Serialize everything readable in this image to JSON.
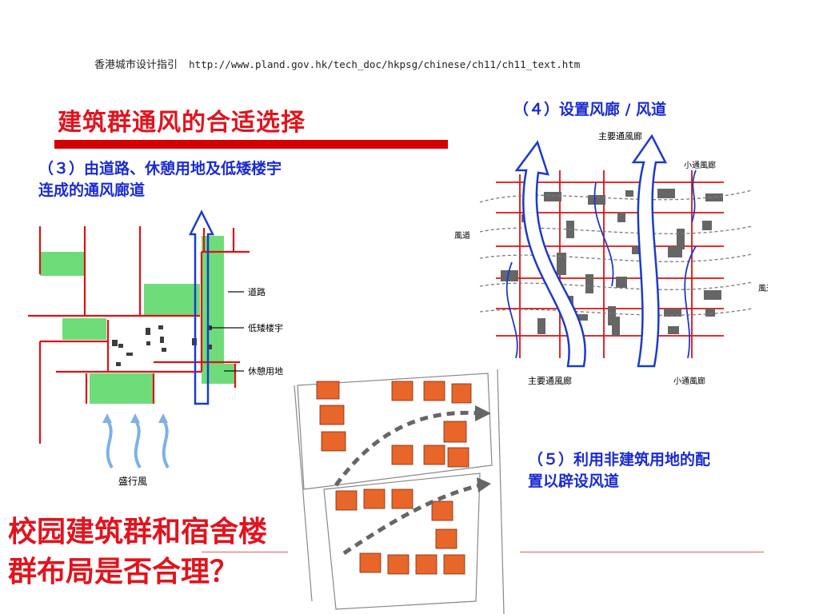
{
  "header": {
    "source_title": "香港城市设计指引",
    "source_url": "http://www.pland.gov.hk/tech_doc/hkpsg/chinese/ch11/ch11_text.htm"
  },
  "slide_title": "建筑群通风的合适选择",
  "caption_3": "（３）由道路、休憩用地及低矮楼宇连成的通风廊道",
  "caption_4": "（４）设置风廊 / 风道",
  "caption_5": "（５）利用非建筑用地的配置以辟设风道",
  "question": "校园建筑群和宿舍楼群布局是否合理？",
  "diagram3": {
    "legend_road": "道路",
    "legend_lowrise": "低矮楼宇",
    "legend_open": "休憩用地",
    "wind_label": "盛行風"
  },
  "diagram4": {
    "main_corridor": "主要通風廊",
    "minor_corridor": "小通風廊",
    "air_path": "風道"
  },
  "colors": {
    "title_red": "#e0141e",
    "caption_blue": "#1a2bd0",
    "green_open_space": "#6fdc7a",
    "building_orange": "#e8662a"
  }
}
